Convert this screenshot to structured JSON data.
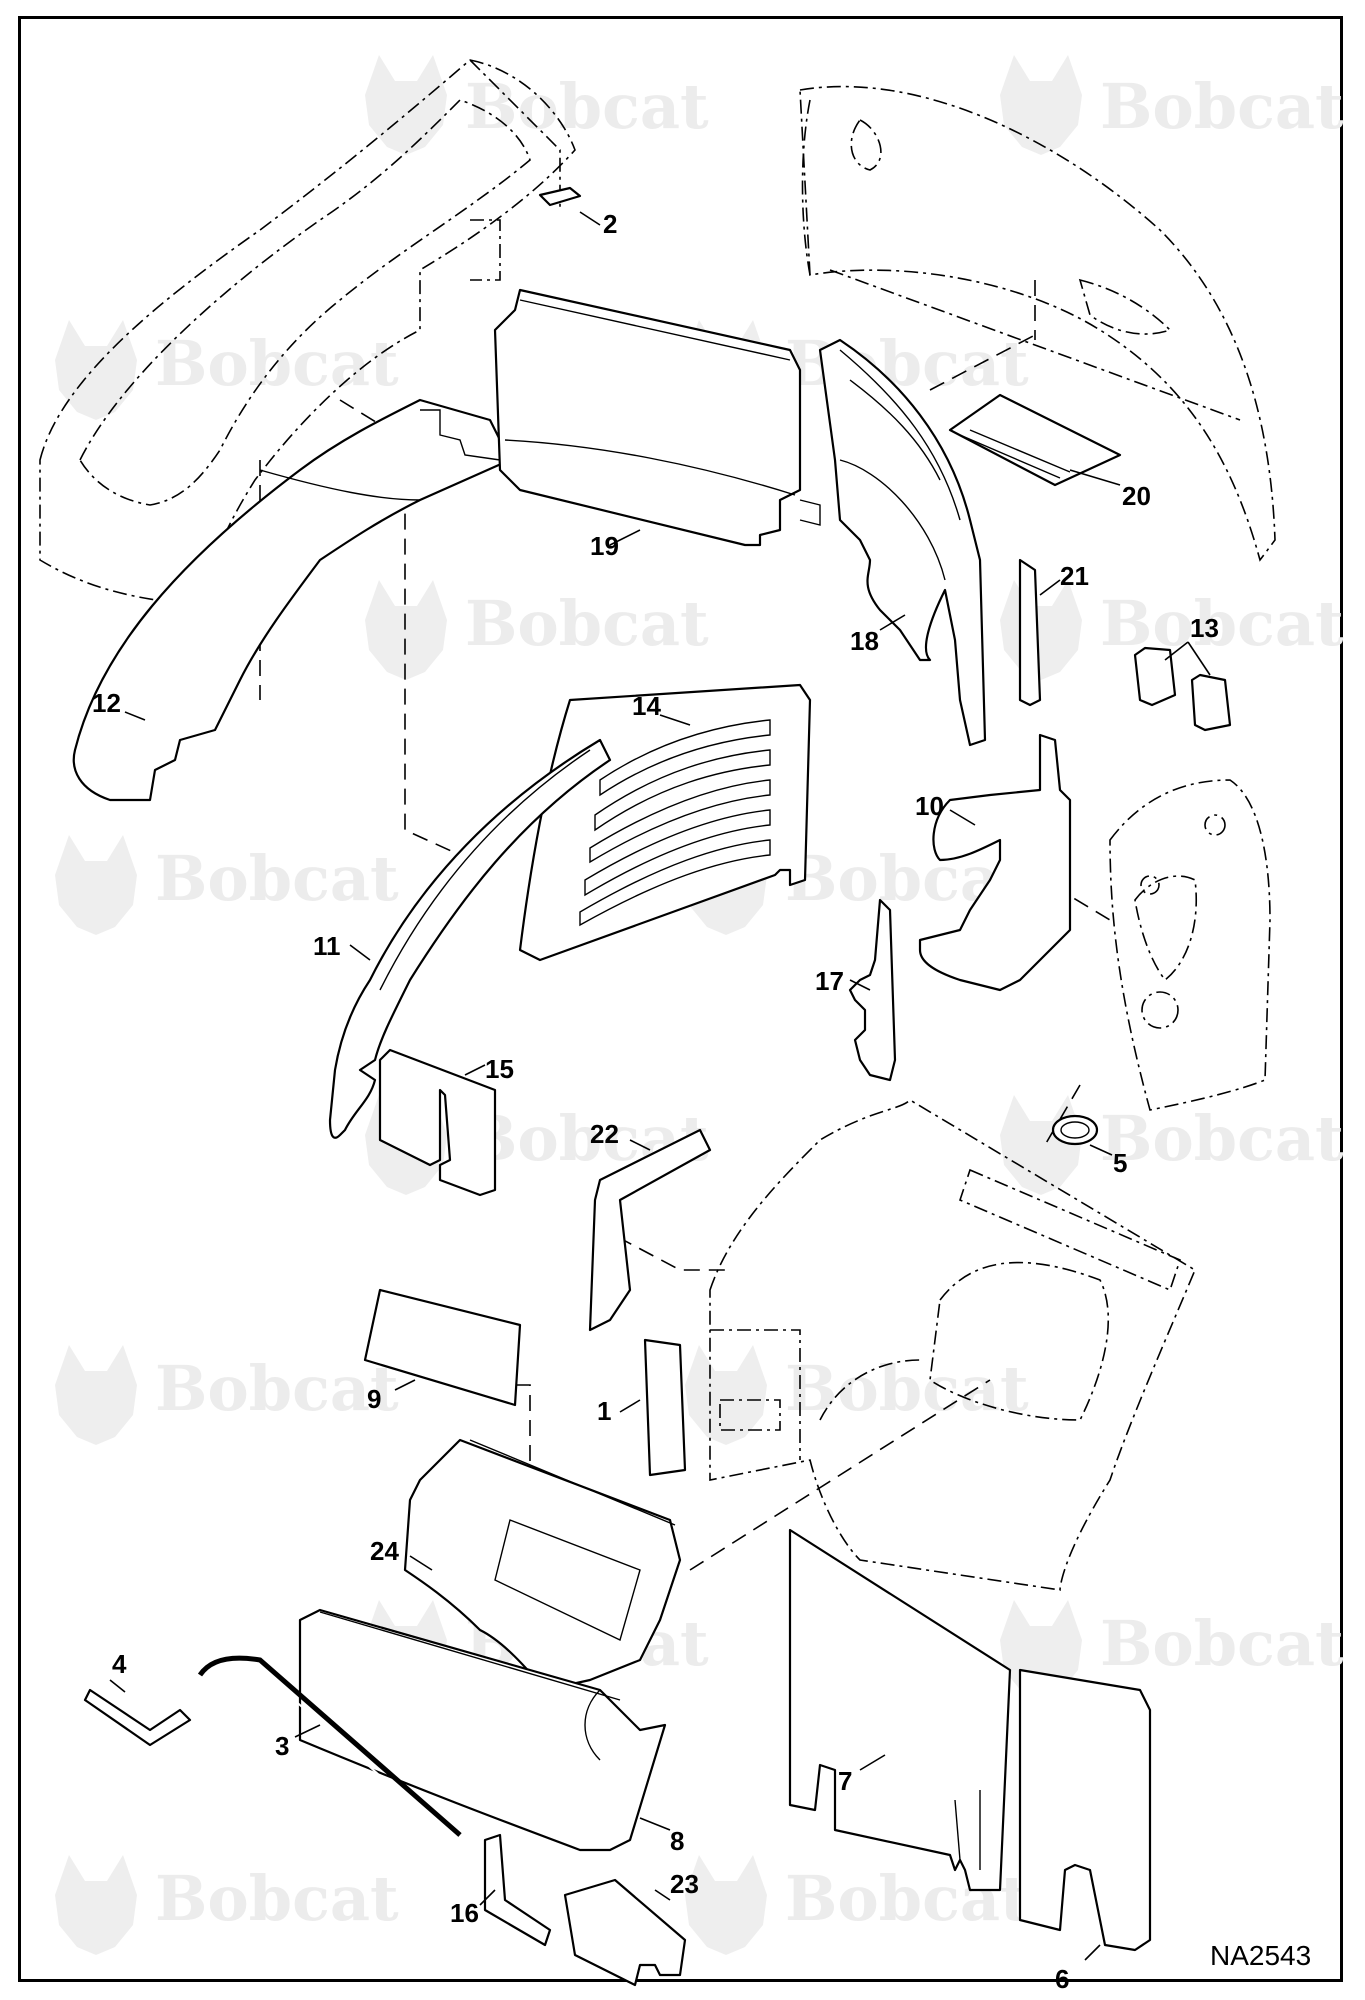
{
  "drawing": {
    "reference": "NA2543",
    "watermark": "Bobcat"
  },
  "callouts": [
    {
      "id": "c1",
      "label": "1"
    },
    {
      "id": "c2",
      "label": "2"
    },
    {
      "id": "c3",
      "label": "3"
    },
    {
      "id": "c4",
      "label": "4"
    },
    {
      "id": "c5",
      "label": "5"
    },
    {
      "id": "c6",
      "label": "6"
    },
    {
      "id": "c7",
      "label": "7"
    },
    {
      "id": "c8",
      "label": "8"
    },
    {
      "id": "c9",
      "label": "9"
    },
    {
      "id": "c10",
      "label": "10"
    },
    {
      "id": "c11",
      "label": "11"
    },
    {
      "id": "c12",
      "label": "12"
    },
    {
      "id": "c13",
      "label": "13"
    },
    {
      "id": "c14",
      "label": "14"
    },
    {
      "id": "c15",
      "label": "15"
    },
    {
      "id": "c16",
      "label": "16"
    },
    {
      "id": "c17",
      "label": "17"
    },
    {
      "id": "c18",
      "label": "18"
    },
    {
      "id": "c19",
      "label": "19"
    },
    {
      "id": "c20",
      "label": "20"
    },
    {
      "id": "c21",
      "label": "21"
    },
    {
      "id": "c22",
      "label": "22"
    },
    {
      "id": "c23",
      "label": "23"
    },
    {
      "id": "c24",
      "label": "24"
    }
  ]
}
